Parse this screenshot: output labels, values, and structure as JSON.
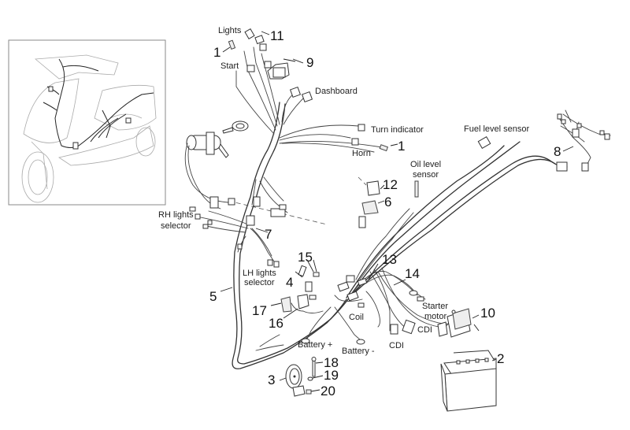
{
  "diagram": {
    "title": "Scooter electrical system wiring harness — exploded parts diagram",
    "inset": {
      "description": "Scooter overview showing harness routing"
    },
    "part_numbers": [
      {
        "id": "p1a",
        "number": "1"
      },
      {
        "id": "p1b",
        "number": "1"
      },
      {
        "id": "p2",
        "number": "2"
      },
      {
        "id": "p3",
        "number": "3"
      },
      {
        "id": "p4",
        "number": "4"
      },
      {
        "id": "p5",
        "number": "5"
      },
      {
        "id": "p6",
        "number": "6"
      },
      {
        "id": "p7",
        "number": "7"
      },
      {
        "id": "p8",
        "number": "8"
      },
      {
        "id": "p9",
        "number": "9"
      },
      {
        "id": "p10",
        "number": "10"
      },
      {
        "id": "p11",
        "number": "11"
      },
      {
        "id": "p12",
        "number": "12"
      },
      {
        "id": "p13",
        "number": "13"
      },
      {
        "id": "p14",
        "number": "14"
      },
      {
        "id": "p15",
        "number": "15"
      },
      {
        "id": "p16",
        "number": "16"
      },
      {
        "id": "p17",
        "number": "17"
      },
      {
        "id": "p18",
        "number": "18"
      },
      {
        "id": "p19",
        "number": "19"
      },
      {
        "id": "p20",
        "number": "20"
      }
    ],
    "labels": {
      "lights": "Lights",
      "start": "Start",
      "dashboard": "Dashboard",
      "turn_indicator": "Turn indicator",
      "horn": "Horn",
      "fuel_level_sensor": "Fuel level sensor",
      "oil_level_line1": "Oil level",
      "oil_level_line2": "sensor",
      "rh_lights_line1": "RH lights",
      "rh_lights_line2": "selector",
      "lh_lights_line1": "LH lights",
      "lh_lights_line2": "selector",
      "coil": "Coil",
      "starter_line1": "Starter",
      "starter_line2": "motor",
      "cdi_a": "CDI",
      "cdi_b": "CDI",
      "battery_plus": "Battery +",
      "battery_minus": "Battery -"
    }
  }
}
